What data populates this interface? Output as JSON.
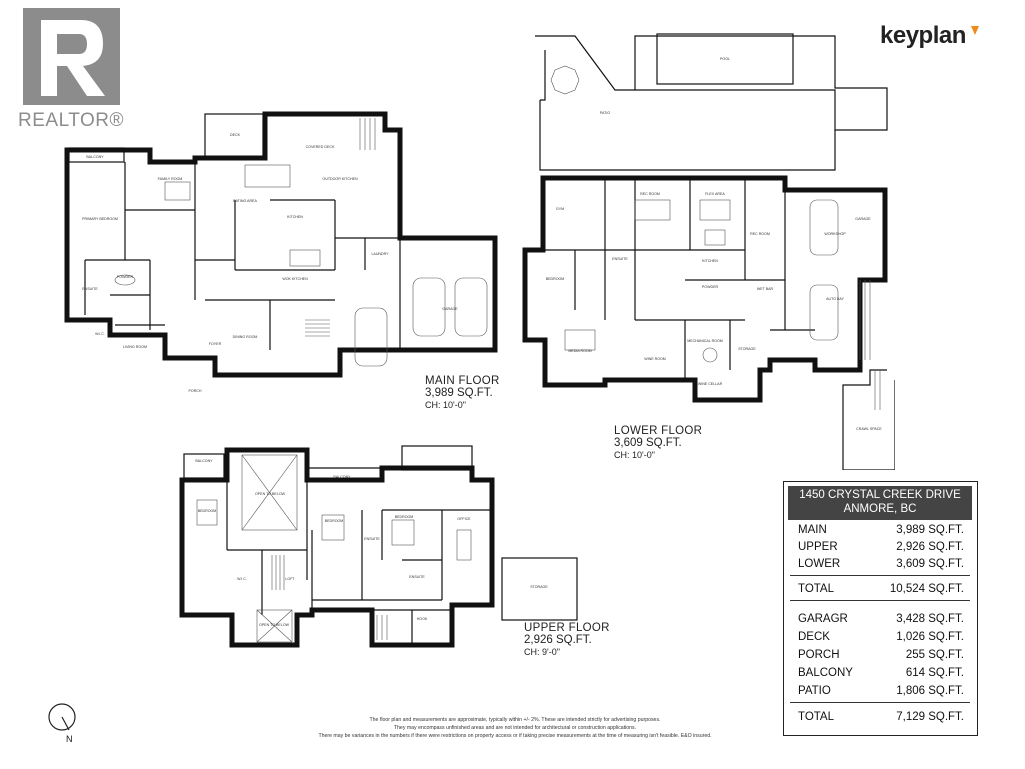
{
  "logo": {
    "realtor": "REALTOR®",
    "brand": "keyplan"
  },
  "floors": [
    {
      "id": "main",
      "title": "MAIN FLOOR",
      "area": "3,989 SQ.FT.",
      "ceiling": "CH: 10'-0\""
    },
    {
      "id": "lower",
      "title": "LOWER FLOOR",
      "area": "3,609 SQ.FT.",
      "ceiling": "CH: 10'-0\""
    },
    {
      "id": "upper",
      "title": "UPPER FLOOR",
      "area": "2,926 SQ.FT.",
      "ceiling": "CH: 9'-0\""
    }
  ],
  "summary": {
    "address_line1": "1450 CRYSTAL CREEK DRIVE",
    "address_line2": "ANMORE, BC",
    "rows": [
      {
        "label": "MAIN",
        "value": "3,989 SQ.FT."
      },
      {
        "label": "UPPER",
        "value": "2,926 SQ.FT."
      },
      {
        "label": "LOWER",
        "value": "3,609 SQ.FT."
      }
    ],
    "total1": {
      "label": "TOTAL",
      "value": "10,524 SQ.FT."
    },
    "rows2": [
      {
        "label": "GARAGR",
        "value": "3,428 SQ.FT."
      },
      {
        "label": "DECK",
        "value": "1,026 SQ.FT."
      },
      {
        "label": "PORCH",
        "value": "255 SQ.FT."
      },
      {
        "label": "BALCONY",
        "value": "614 SQ.FT."
      },
      {
        "label": "PATIO",
        "value": "1,806 SQ.FT."
      }
    ],
    "total2": {
      "label": "TOTAL",
      "value": "7,129 SQ.FT."
    }
  },
  "rooms": {
    "main": [
      "BALCONY",
      "PRIMARY BEDROOM",
      "FAMILY ROOM",
      "DECK",
      "EATING AREA",
      "COVERED DECK",
      "OUTDOOR KITCHEN",
      "KITCHEN",
      "ENSUITE",
      "POWDER",
      "WOK KITCHEN",
      "LAUNDRY",
      "W.I.C.",
      "LIVING ROOM",
      "FOYER",
      "DINING ROOM",
      "GARAGE",
      "PORCH"
    ],
    "lower": [
      "PATIO",
      "POOL",
      "GYM",
      "REC ROOM",
      "FLEX AREA",
      "KITCHEN",
      "REC ROOM",
      "WORKSHOP",
      "GARAGE",
      "BEDROOM",
      "ENSUITE",
      "POWDER",
      "WET BAR",
      "AUTO BAY",
      "MEDIA ROOM",
      "MECHANICAL ROOM",
      "WINE ROOM",
      "WINE CELLAR",
      "STORAGE",
      "CRAWL SPACE"
    ],
    "upper": [
      "BALCONY",
      "BEDROOM",
      "OPEN TO BELOW",
      "BALCONY",
      "BEDROOM",
      "BEDROOM",
      "OFFICE",
      "ENSUITE",
      "LOFT",
      "W.I.C.",
      "ENSUITE",
      "HOOK",
      "STORAGE",
      "OPEN TO BELOW"
    ]
  },
  "compass_label": "N",
  "disclaimer": [
    "The floor plan and measurements are approximate, typically within +/- 2%. These are intended strictly for advertising purposes.",
    "They may encompass unfinished areas and are not intended for architectural or construction applications.",
    "There may be variances in the numbers if there were restrictions on property access or if taking precise measurements at the time of measuring isn't feasible. E&O insured."
  ]
}
